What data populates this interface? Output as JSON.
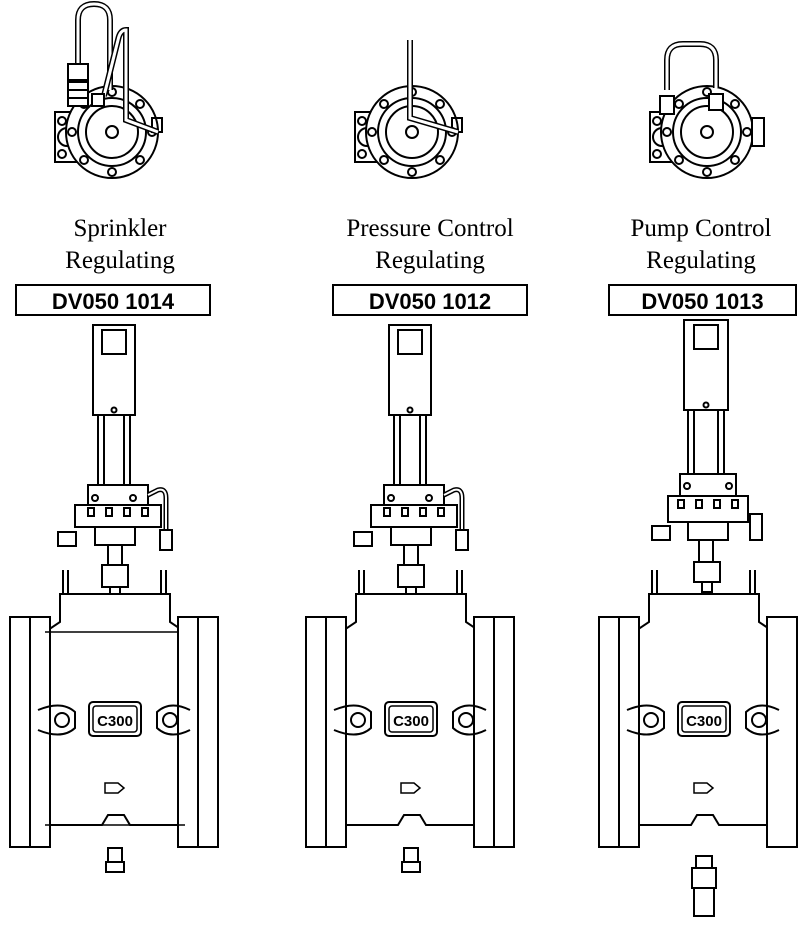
{
  "valves": [
    {
      "title_line1": "Sprinkler",
      "title_line2": "Regulating",
      "code": "DV050 1014",
      "body_label": "C300"
    },
    {
      "title_line1": "Pressure Control",
      "title_line2": "Regulating",
      "code": "DV050 1012",
      "body_label": "C300"
    },
    {
      "title_line1": "Pump Control",
      "title_line2": "Regulating",
      "code": "DV050 1013",
      "body_label": "C300"
    }
  ]
}
